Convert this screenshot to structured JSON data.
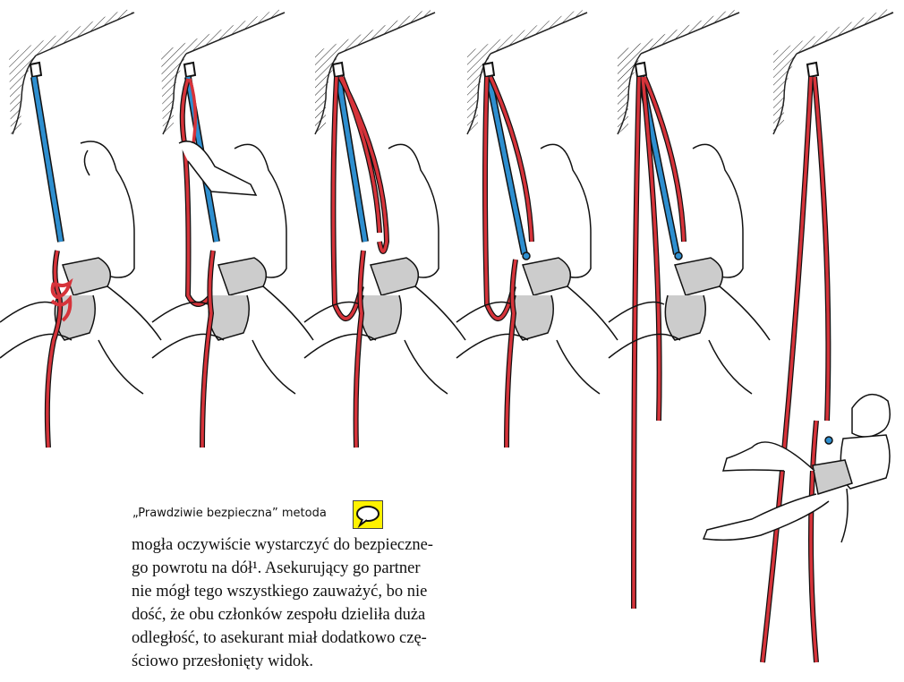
{
  "annotation": {
    "text": "„Prawdziwie bezpieczna” metoda",
    "icon": "comment-icon",
    "icon_color": "#fff200"
  },
  "body_text": {
    "lines": [
      "mogła oczywiście wystarczyć do bezpieczne-",
      "go powrotu na dół¹. Asekurujący go partner",
      "nie mógł tego wszystkiego zauważyć, bo nie",
      "dość, że obu członków zespołu dzieliła duża",
      "odległość, to asekurant miał dodatkowo czę-",
      "ściowo przesłonięty widok."
    ]
  },
  "illustration": {
    "rope_colors": {
      "red": "#d6333a",
      "blue": "#2e8fd0",
      "outline": "#111111",
      "harness": "#cccccc"
    },
    "panels": [
      "step-1",
      "step-2",
      "step-3",
      "step-4",
      "step-5",
      "step-6"
    ]
  }
}
